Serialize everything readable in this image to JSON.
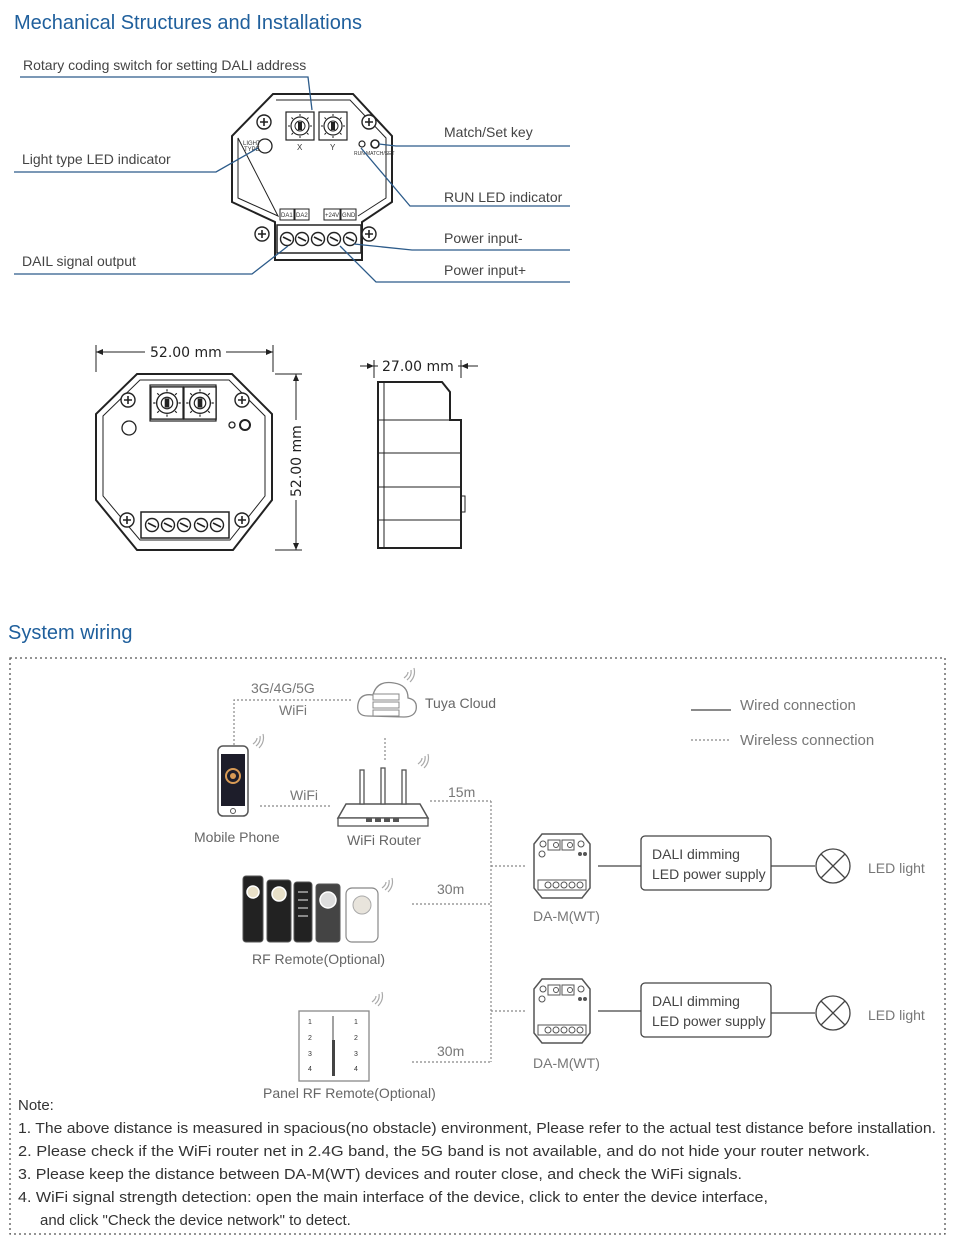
{
  "section1": {
    "title": "Mechanical Structures and Installations"
  },
  "callouts": {
    "rotary": "Rotary coding switch for setting DALI address",
    "light_type": "Light type LED indicator",
    "match_set": "Match/Set key",
    "run_led": "RUN LED indicator",
    "dali_output": "DAIL signal output",
    "power_minus": "Power input-",
    "power_plus": "Power input+"
  },
  "device_marks": {
    "x": "X",
    "y": "Y",
    "light": "LIGHT",
    "type": "TYPE",
    "run": "RUN",
    "match_set": "MATCH/SET",
    "da1": "DA1",
    "da2": "DA2",
    "plus24": "+24V",
    "gnd": "GND"
  },
  "dimensions": {
    "width": "52.00 mm",
    "height": "52.00 mm",
    "depth": "27.00 mm"
  },
  "section2": {
    "title": "System wiring"
  },
  "wiring": {
    "network": "3G/4G/5G",
    "network_wifi": "WiFi",
    "cloud": "Tuya Cloud",
    "phone": "Mobile Phone",
    "phone_wifi": "WiFi",
    "router": "WiFi Router",
    "dist_router": "15m",
    "dist_rf": "30m",
    "dist_panel": "30m",
    "rf_remote": "RF Remote(Optional)",
    "panel_remote": "Panel RF Remote(Optional)",
    "device1": "DA-M(WT)",
    "device2": "DA-M(WT)",
    "psu1_line1": "DALI dimming",
    "psu1_line2": "LED power supply",
    "psu2_line1": "DALI dimming",
    "psu2_line2": "LED power supply",
    "light1": "LED light",
    "light2": "LED light",
    "legend_wired": "Wired connection",
    "legend_wireless": "Wireless connection",
    "panel_marks": [
      "1",
      "2",
      "3",
      "4"
    ]
  },
  "notes": {
    "title": "Note:",
    "items": [
      "1. The above distance is measured in spacious(no obstacle) environment, Please refer to the actual test distance before installation.",
      "2. Please check if the WiFi router net in 2.4G band, the 5G band is not available, and do not hide your router network.",
      "3. Please keep the distance between DA-M(WT) devices and router close, and check the WiFi signals.",
      "4. WiFi signal strength detection: open the main interface of the device, click to enter the device interface,"
    ],
    "continuation": "and click \"Check the device network\" to detect."
  }
}
